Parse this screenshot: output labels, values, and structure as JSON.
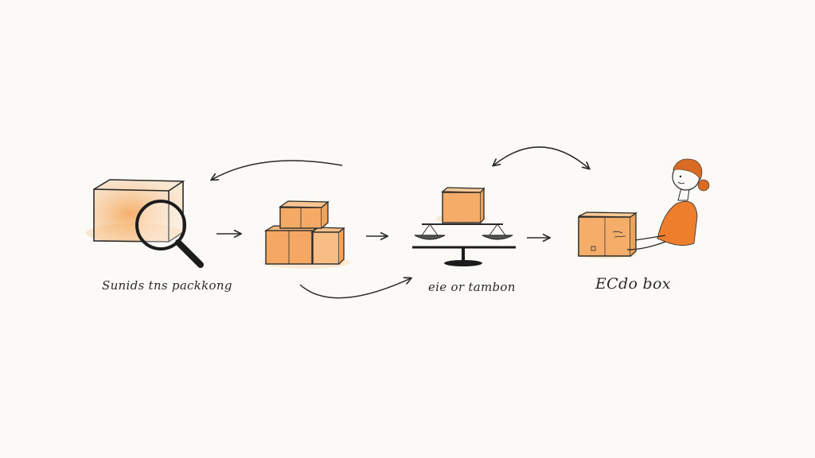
{
  "steps": [
    {
      "id": "inspect",
      "caption": "Sunids tns packkong",
      "icon": "box-magnifier-icon"
    },
    {
      "id": "stack",
      "caption": "",
      "icon": "stacked-boxes-icon"
    },
    {
      "id": "weigh",
      "caption": "eie or tambon",
      "icon": "balance-scale-icon"
    },
    {
      "id": "deliver",
      "caption": "ECdo box",
      "icon": "person-holding-box-icon"
    }
  ],
  "colors": {
    "background": "#fbfaf6",
    "ink": "#2a2a2a",
    "box_fill": "#f3a65a",
    "accent": "#ee7d2c"
  }
}
